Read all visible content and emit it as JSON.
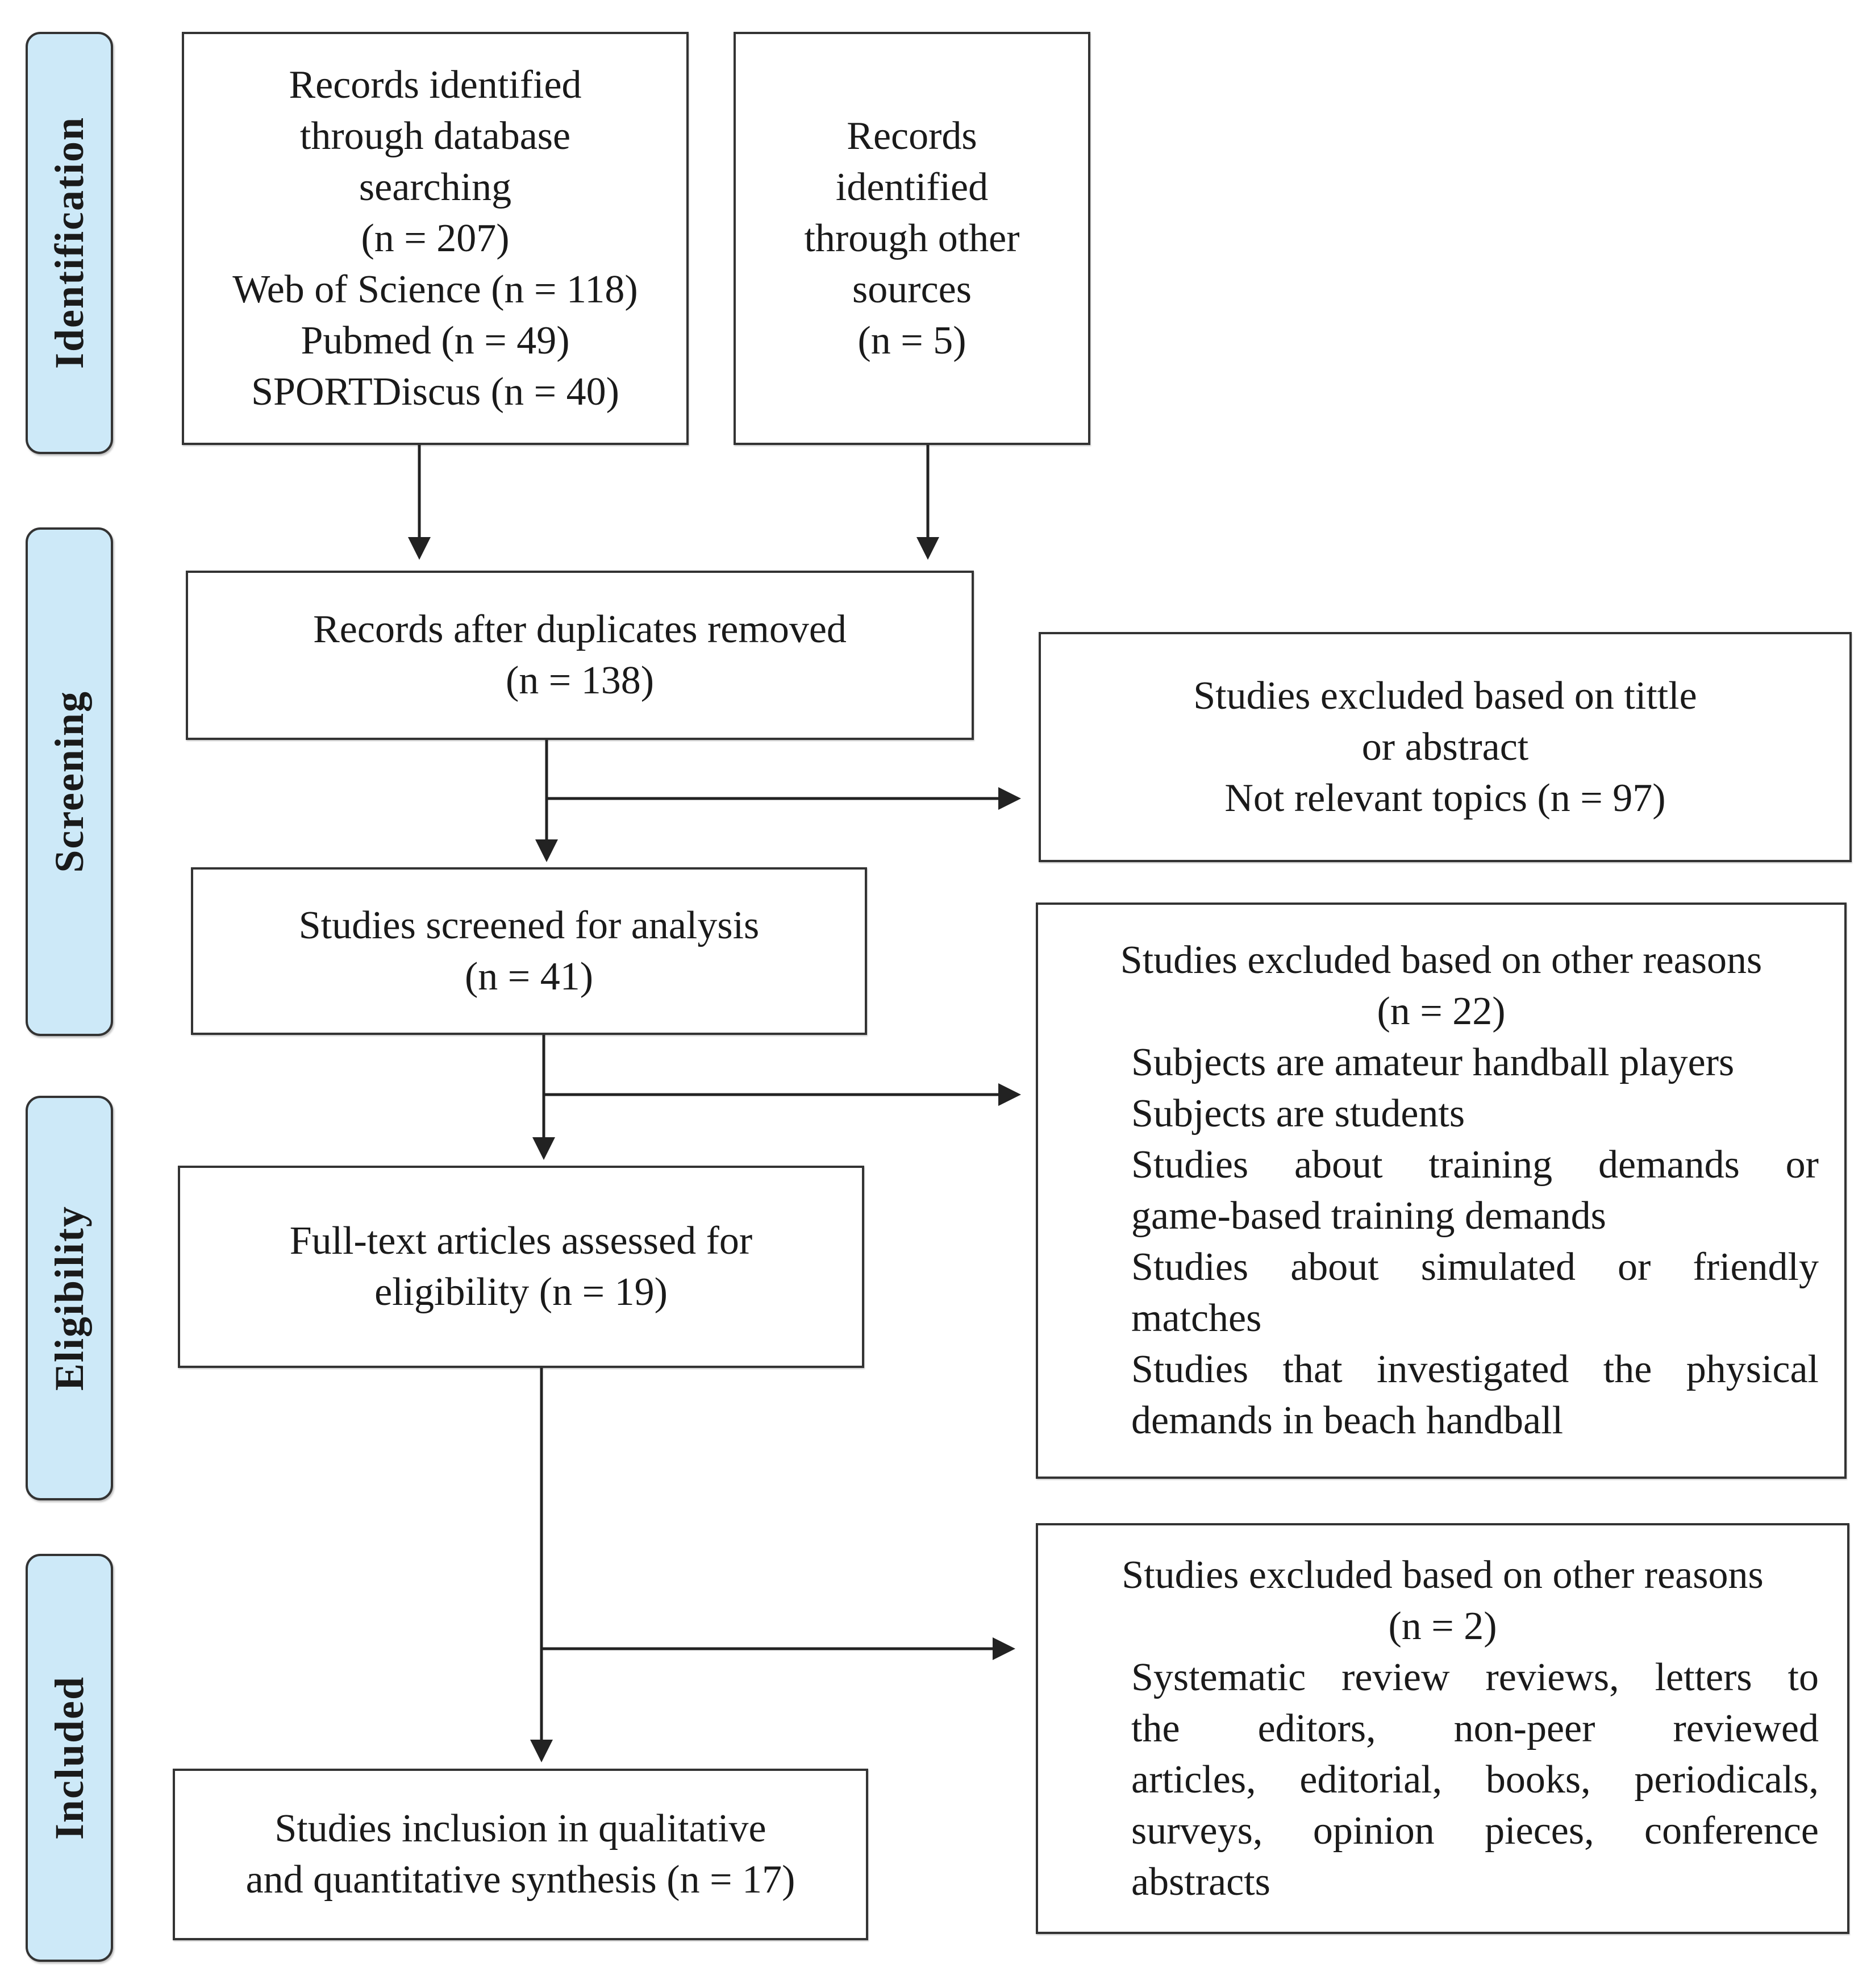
{
  "phases": [
    {
      "id": "identification",
      "label": "Identification"
    },
    {
      "id": "screening",
      "label": "Screening"
    },
    {
      "id": "eligibility",
      "label": "Eligibility"
    },
    {
      "id": "included",
      "label": "Included"
    }
  ],
  "boxes": {
    "database_records": {
      "lines": [
        "Records identified",
        "through database",
        "searching",
        "(n = 207)",
        "Web of Science (n = 118)",
        "Pubmed (n = 49)",
        "SPORTDiscus (n = 40)"
      ]
    },
    "other_sources": {
      "lines": [
        "Records",
        "identified",
        "through other",
        "sources",
        "(n = 5)"
      ]
    },
    "duplicates_removed": {
      "lines": [
        "Records after duplicates removed",
        "(n = 138)"
      ]
    },
    "excluded_title_abstract": {
      "lines": [
        "Studies excluded based on tittle",
        "or abstract",
        "Not relevant topics (n = 97)"
      ]
    },
    "screened": {
      "lines": [
        "Studies screened for analysis",
        "(n = 41)"
      ]
    },
    "excluded_other_1": {
      "lines": [
        "Studies excluded based on other reasons",
        "(n = 22)"
      ],
      "reasons": [
        [
          "Subjects are amateur handball players"
        ],
        [
          "Subjects are students"
        ],
        [
          "Studies about training demands or",
          "game-based training demands"
        ],
        [
          "Studies about simulated or friendly",
          "matches"
        ],
        [
          "Studies that investigated the physical",
          "demands in beach handball"
        ]
      ]
    },
    "full_text": {
      "lines": [
        "Full-text articles assessed for",
        "eligibility (n = 19)"
      ]
    },
    "excluded_other_2": {
      "lines": [
        "Studies excluded based on other reasons",
        "(n = 2)"
      ],
      "reasons": [
        [
          "Systematic review reviews, letters to",
          "the editors, non-peer reviewed",
          "articles, editorial, books, periodicals,",
          "surveys, opinion pieces, conference",
          "abstracts"
        ]
      ]
    },
    "included": {
      "lines": [
        "Studies inclusion in qualitative",
        "and quantitative synthesis (n = 17)"
      ]
    }
  },
  "colors": {
    "phase_fill": "#cde9f8",
    "stroke": "#333333"
  }
}
